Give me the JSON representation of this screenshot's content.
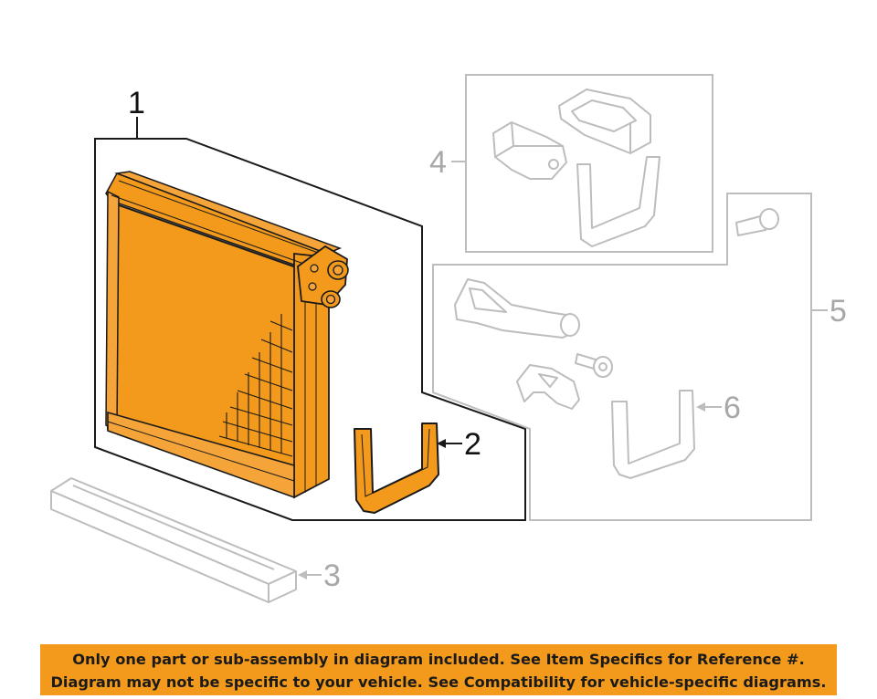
{
  "callouts": {
    "c1": "1",
    "c2": "2",
    "c3": "3",
    "c4": "4",
    "c5": "5",
    "c6": "6"
  },
  "colors": {
    "highlight": "#f39a1c",
    "highlight_dark": "#c87410",
    "outline": "#1a1a1a",
    "ghost": "#bdbdbd"
  },
  "notice": {
    "line1": "Only one part or sub-assembly in diagram included. See Item Specifics for Reference #.",
    "line2": "Diagram may not be specific to your vehicle. See Compatibility for vehicle-specific diagrams."
  }
}
